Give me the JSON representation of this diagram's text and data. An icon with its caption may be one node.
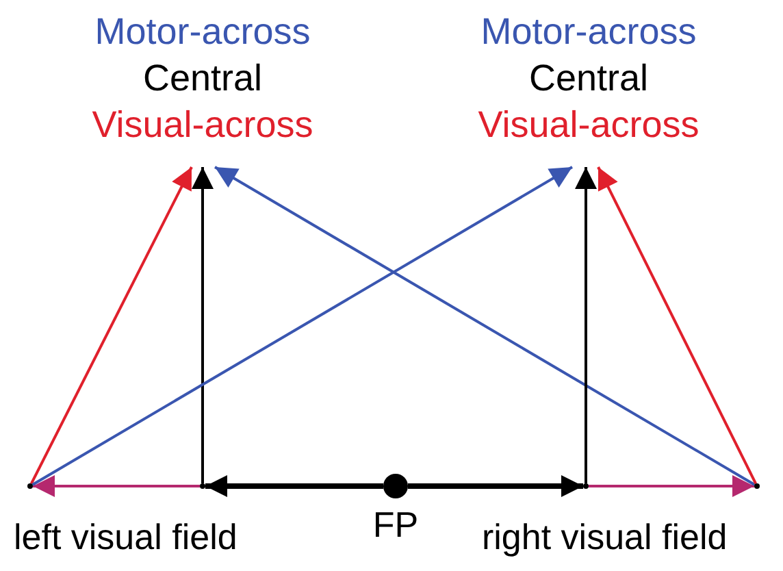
{
  "diagram": {
    "nodes": [
      {
        "text": [
          "Motor-across",
          "Central",
          "Visual-across"
        ]
      },
      {
        "text": [
          "Motor-across",
          "Central",
          "Visual-across"
        ]
      },
      {
        "text": [],
        "shape": "circle",
        "beside": [
          "FP"
        ]
      },
      {
        "text": [],
        "shape": "point"
      },
      {
        "text": [],
        "shape": "point"
      },
      {
        "text": [],
        "shape": "point"
      },
      {
        "text": [],
        "shape": "point"
      }
    ],
    "edges": [
      {
        "from": 2,
        "to": 4,
        "arrow": "to",
        "style": "thick"
      },
      {
        "from": 4,
        "to": 3,
        "arrow": "to",
        "color": "#b5286e"
      },
      {
        "from": 2,
        "to": 5,
        "arrow": "to",
        "style": "thick"
      },
      {
        "from": 5,
        "to": 6,
        "arrow": "to",
        "color": "#b5286e"
      },
      {
        "from": 4,
        "to": 0,
        "arrow": "to"
      },
      {
        "from": 3,
        "to": 0,
        "arrow": "to",
        "color": "#e0202c"
      },
      {
        "from": 6,
        "to": 0,
        "arrow": "to",
        "color": "#3a56b0"
      },
      {
        "from": 5,
        "to": 1,
        "arrow": "to"
      },
      {
        "from": 3,
        "to": 1,
        "arrow": "to",
        "color": "#3a56b0"
      },
      {
        "from": 6,
        "to": 1,
        "arrow": "to",
        "color": "#e0202c"
      }
    ],
    "labels": [
      "left visual field",
      "right visual field"
    ]
  }
}
